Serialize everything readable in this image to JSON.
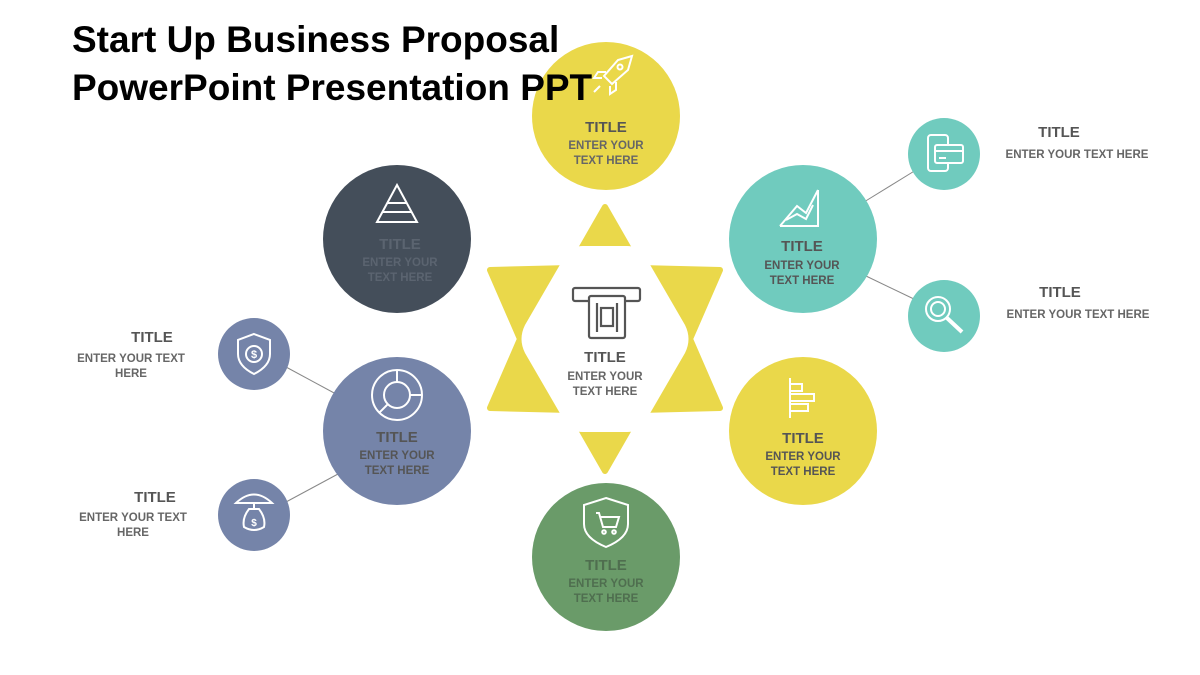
{
  "slide": {
    "title_line1": "Start Up Business Proposal",
    "title_line2": "PowerPoint Presentation PPT"
  },
  "colors": {
    "yellow": "#EAD84A",
    "teal": "#70CBBE",
    "slate": "#444E5A",
    "periwinkle": "#7584A9",
    "green": "#6A9B69",
    "text_dark": "#555555"
  },
  "center": {
    "icon": "atm-cash-icon",
    "title": "TITLE",
    "line1": "ENTER YOUR",
    "line2": "TEXT HERE"
  },
  "nodes": [
    {
      "id": "top",
      "icon": "rocket-icon",
      "title": "TITLE",
      "line1": "ENTER YOUR",
      "line2": "TEXT HERE"
    },
    {
      "id": "upper-left",
      "icon": "pyramid-icon",
      "title": "TITLE",
      "line1": "ENTER YOUR",
      "line2": "TEXT HERE"
    },
    {
      "id": "upper-right",
      "icon": "growth-chart-icon",
      "title": "TITLE",
      "line1": "ENTER YOUR",
      "line2": "TEXT HERE"
    },
    {
      "id": "lower-left",
      "icon": "donut-chart-icon",
      "title": "TITLE",
      "line1": "ENTER YOUR",
      "line2": "TEXT HERE"
    },
    {
      "id": "lower-right",
      "icon": "bar-chart-icon",
      "title": "TITLE",
      "line1": "ENTER YOUR",
      "line2": "TEXT HERE"
    },
    {
      "id": "bottom",
      "icon": "shopping-cart-shield-icon",
      "title": "TITLE",
      "line1": "ENTER YOUR",
      "line2": "TEXT HERE"
    }
  ],
  "satellites": [
    {
      "id": "right-top",
      "icon": "credit-card-phone-icon",
      "title": "TITLE",
      "line1": "ENTER YOUR TEXT HERE"
    },
    {
      "id": "right-bottom",
      "icon": "magnifier-dollar-icon",
      "title": "TITLE",
      "line1": "ENTER YOUR TEXT HERE"
    },
    {
      "id": "left-top",
      "icon": "shield-dollar-icon",
      "title": "TITLE",
      "line1": "ENTER YOUR TEXT",
      "line2": "HERE"
    },
    {
      "id": "left-bottom",
      "icon": "umbrella-money-bag-icon",
      "title": "TITLE",
      "line1": "ENTER YOUR TEXT",
      "line2": "HERE"
    }
  ]
}
